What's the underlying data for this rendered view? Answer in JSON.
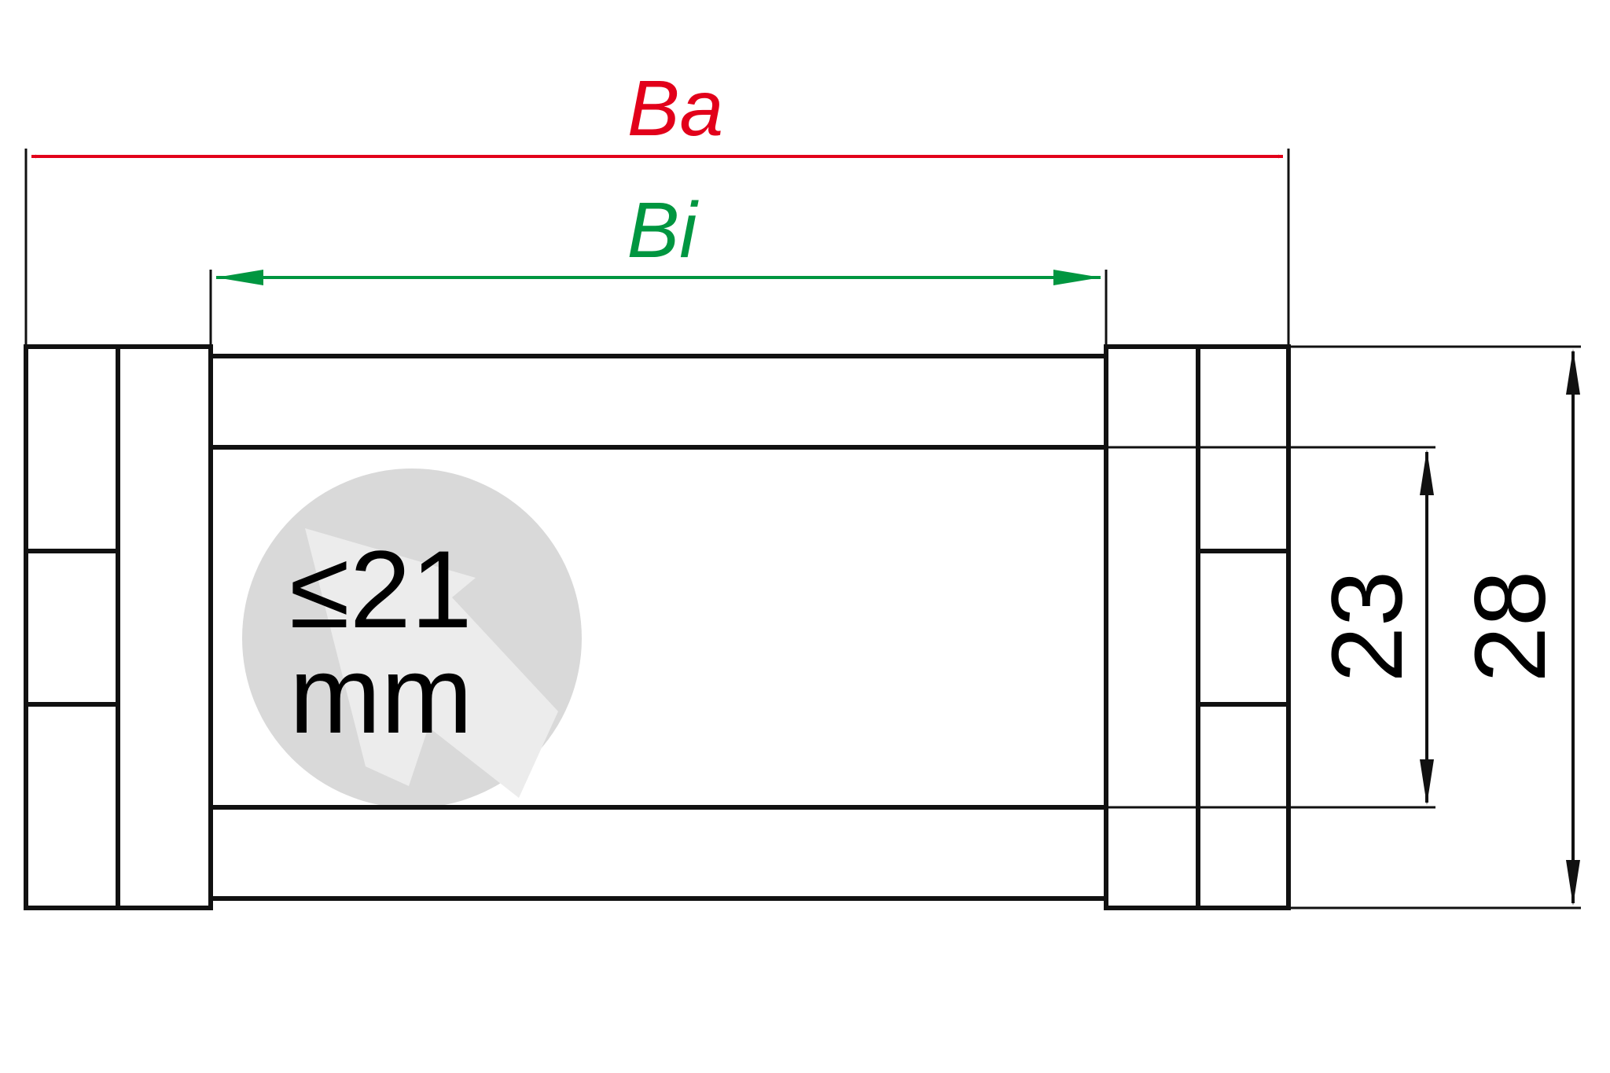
{
  "dimensions": {
    "outer_width_label": "Ba",
    "inner_width_label": "Bi",
    "inner_height_label": "23",
    "outer_height_label": "28"
  },
  "badge": {
    "line1": "≤21",
    "line2": "mm"
  },
  "colors": {
    "outer_width": "#e2001a",
    "inner_width": "#009640",
    "outline": "#111111",
    "badge_fill": "#d9d9d9"
  }
}
